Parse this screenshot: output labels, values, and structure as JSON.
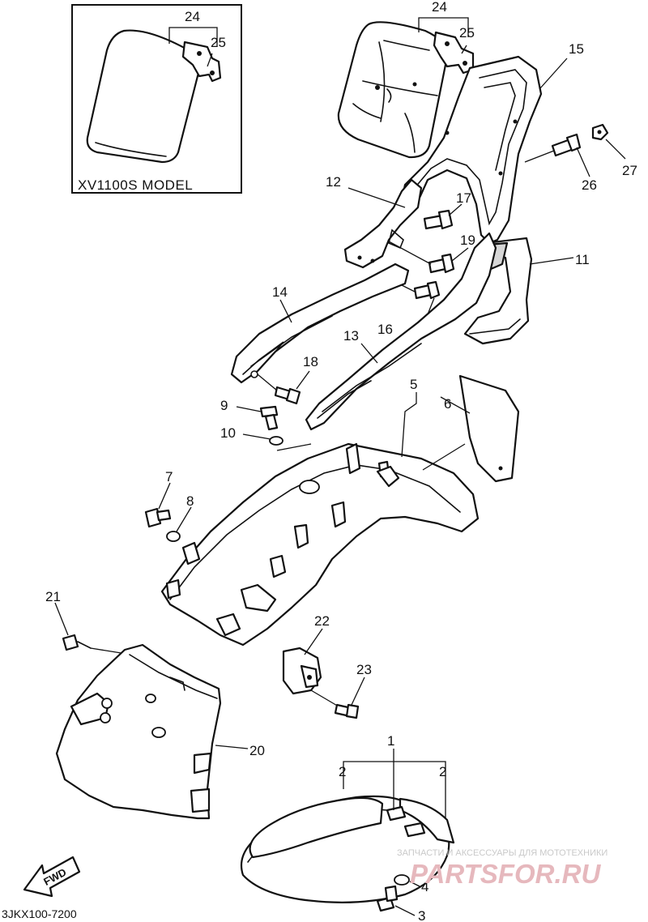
{
  "inset": {
    "label": "XV1100S MODEL"
  },
  "callouts": {
    "p1": "1",
    "p2a": "2",
    "p2b": "2",
    "p3": "3",
    "p4": "4",
    "p5": "5",
    "p6": "6",
    "p7": "7",
    "p8": "8",
    "p9": "9",
    "p10": "10",
    "p11": "11",
    "p12": "12",
    "p13": "13",
    "p14": "14",
    "p15": "15",
    "p16": "16",
    "p17": "17",
    "p18": "18",
    "p19": "19",
    "p20": "20",
    "p21": "21",
    "p22": "22",
    "p23": "23",
    "p24a": "24",
    "p24b": "24",
    "p25a": "25",
    "p25b": "25",
    "p26": "26",
    "p27": "27"
  },
  "direction_label": "FWD",
  "diagram_code": "3JKX100-7200",
  "watermark": {
    "caption": "ЗАПЧАСТИ И АКСЕССУАРЫ ДЛЯ МОТОТЕХНИКИ",
    "brand": "PARTSFOR.RU"
  }
}
